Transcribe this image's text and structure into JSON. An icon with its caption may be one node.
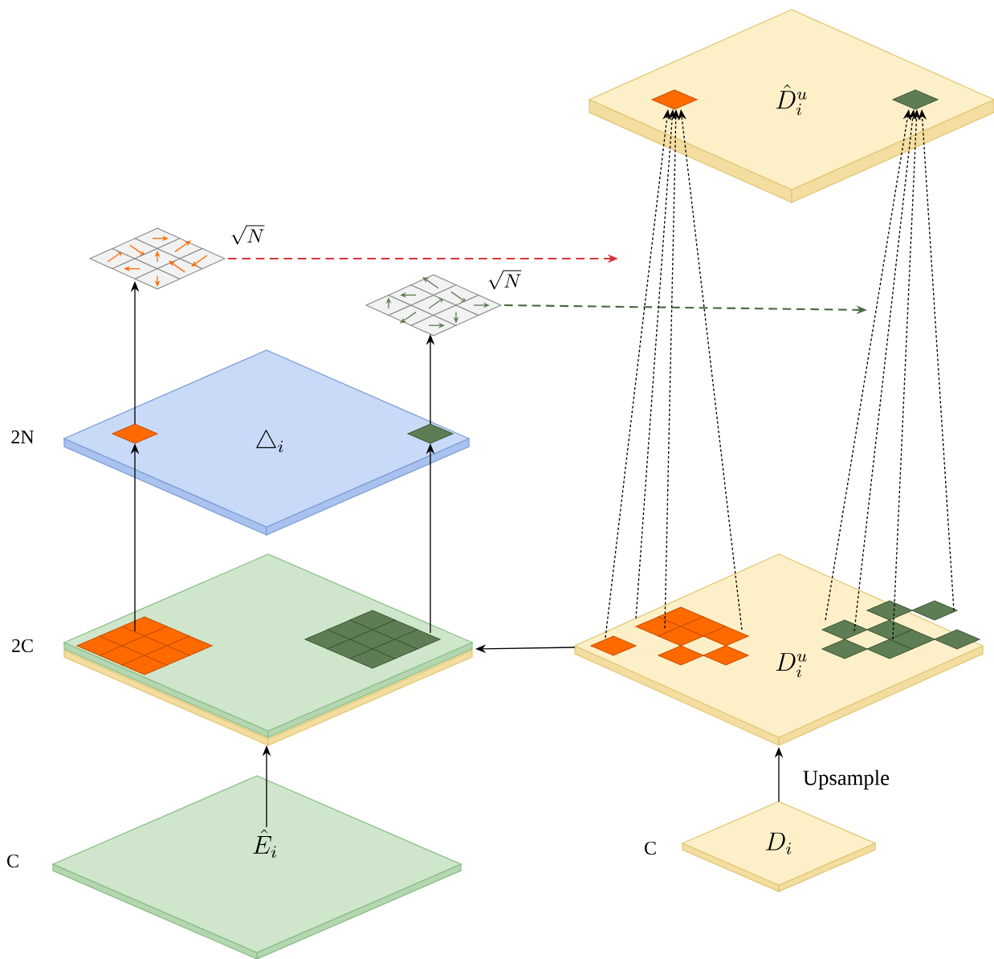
{
  "diagram": {
    "nodes": [
      {
        "text": [
          "\\hat{D}_i^u"
        ]
      },
      {
        "text": [],
        "shape": "diamond",
        "in": 0
      },
      {
        "text": [],
        "shape": "diamond",
        "in": 0
      },
      {
        "text": [],
        "shape": "grid",
        "beside": [
          "\\sqrt{N}"
        ]
      },
      {
        "text": [],
        "shape": "grid",
        "beside": [
          "\\sqrt{N}"
        ]
      },
      {
        "text": [
          "\\triangle_i"
        ],
        "beside": [
          "2N"
        ]
      },
      {
        "text": [],
        "shape": "diamond",
        "in": 5
      },
      {
        "text": [],
        "shape": "diamond",
        "in": 5
      },
      {
        "text": [],
        "shape": "slab",
        "beside": [
          "2C"
        ]
      },
      {
        "text": [],
        "shape": "tiles",
        "in": 8
      },
      {
        "text": [],
        "shape": "tiles",
        "in": 8
      },
      {
        "text": [
          "D_i^u"
        ]
      },
      {
        "text": [],
        "shape": "tiles",
        "in": 11
      },
      {
        "text": [],
        "shape": "tiles",
        "in": 11
      },
      {
        "text": [
          "\\hat{E}_i"
        ],
        "beside": [
          "C"
        ]
      },
      {
        "text": [
          "D_i"
        ],
        "beside": [
          "C"
        ]
      }
    ],
    "edges": [
      {
        "from": 6,
        "to": 3,
        "arrow": "to"
      },
      {
        "from": 7,
        "to": 4,
        "arrow": "to"
      },
      {
        "from": 9,
        "to": 6,
        "arrow": "to"
      },
      {
        "from": 10,
        "to": 7,
        "arrow": "to"
      },
      {
        "from": 14,
        "to": 8,
        "arrow": "to"
      },
      {
        "from": 11,
        "to": 8,
        "arrow": "to"
      },
      {
        "from": 15,
        "to": 11,
        "arrow": "to",
        "label": "Upsample"
      },
      {
        "from": 3,
        "to": null,
        "arrow": "to",
        "style": "dashed",
        "color": "#d9323a"
      },
      {
        "from": 4,
        "to": null,
        "arrow": "to",
        "style": "dashed",
        "color": "#4a6a3f"
      },
      {
        "from": 12,
        "to": 1,
        "arrow": "to",
        "style": "dashed"
      },
      {
        "from": 12,
        "to": 1,
        "arrow": "to",
        "style": "dashed"
      },
      {
        "from": 12,
        "to": 1,
        "arrow": "to",
        "style": "dashed"
      },
      {
        "from": 12,
        "to": 1,
        "arrow": "to",
        "style": "dashed"
      },
      {
        "from": 13,
        "to": 2,
        "arrow": "to",
        "style": "dashed"
      },
      {
        "from": 13,
        "to": 2,
        "arrow": "to",
        "style": "dashed"
      },
      {
        "from": 13,
        "to": 2,
        "arrow": "to",
        "style": "dashed"
      },
      {
        "from": 13,
        "to": 2,
        "arrow": "to",
        "style": "dashed"
      }
    ]
  }
}
